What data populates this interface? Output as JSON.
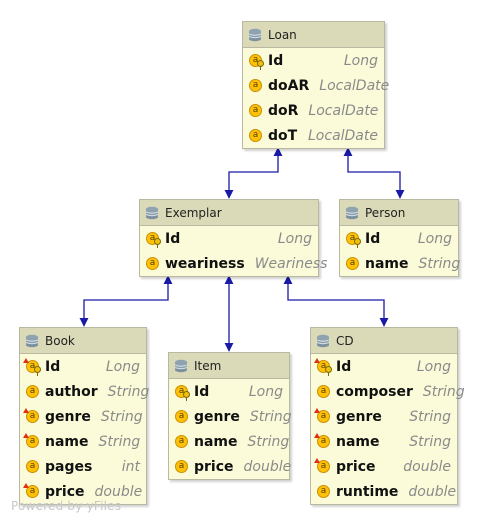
{
  "entities": {
    "loan": {
      "title": "Loan",
      "fields": [
        {
          "name": "Id",
          "type": "Long",
          "icon": "primary-key-field-icon"
        },
        {
          "name": "doAR",
          "type": "LocalDate",
          "icon": "field-icon"
        },
        {
          "name": "doR",
          "type": "LocalDate",
          "icon": "field-icon"
        },
        {
          "name": "doT",
          "type": "LocalDate",
          "icon": "field-icon"
        }
      ]
    },
    "exemplar": {
      "title": "Exemplar",
      "fields": [
        {
          "name": "Id",
          "type": "Long",
          "icon": "primary-key-field-icon"
        },
        {
          "name": "weariness",
          "type": "Weariness",
          "icon": "field-icon"
        }
      ]
    },
    "person": {
      "title": "Person",
      "fields": [
        {
          "name": "Id",
          "type": "Long",
          "icon": "primary-key-field-icon"
        },
        {
          "name": "name",
          "type": "String",
          "icon": "field-icon"
        }
      ]
    },
    "book": {
      "title": "Book",
      "fields": [
        {
          "name": "Id",
          "type": "Long",
          "icon": "inherited-primary-key-field-icon"
        },
        {
          "name": "author",
          "type": "String",
          "icon": "field-icon"
        },
        {
          "name": "genre",
          "type": "String",
          "icon": "inherited-field-icon"
        },
        {
          "name": "name",
          "type": "String",
          "icon": "inherited-field-icon"
        },
        {
          "name": "pages",
          "type": "int",
          "icon": "field-icon"
        },
        {
          "name": "price",
          "type": "double",
          "icon": "inherited-field-icon"
        }
      ]
    },
    "item": {
      "title": "Item",
      "fields": [
        {
          "name": "Id",
          "type": "Long",
          "icon": "primary-key-field-icon"
        },
        {
          "name": "genre",
          "type": "String",
          "icon": "field-icon"
        },
        {
          "name": "name",
          "type": "String",
          "icon": "field-icon"
        },
        {
          "name": "price",
          "type": "double",
          "icon": "field-icon"
        }
      ]
    },
    "cd": {
      "title": "CD",
      "fields": [
        {
          "name": "Id",
          "type": "Long",
          "icon": "inherited-primary-key-field-icon"
        },
        {
          "name": "composer",
          "type": "String",
          "icon": "field-icon"
        },
        {
          "name": "genre",
          "type": "String",
          "icon": "inherited-field-icon"
        },
        {
          "name": "name",
          "type": "String",
          "icon": "inherited-field-icon"
        },
        {
          "name": "price",
          "type": "double",
          "icon": "inherited-field-icon"
        },
        {
          "name": "runtime",
          "type": "double",
          "icon": "field-icon"
        }
      ]
    }
  },
  "watermark": "Powered by yFiles",
  "colors": {
    "edge": "#1a1aa6",
    "header": "#dadab8",
    "body": "#fbfbd9",
    "field_icon": "#ffc107"
  }
}
